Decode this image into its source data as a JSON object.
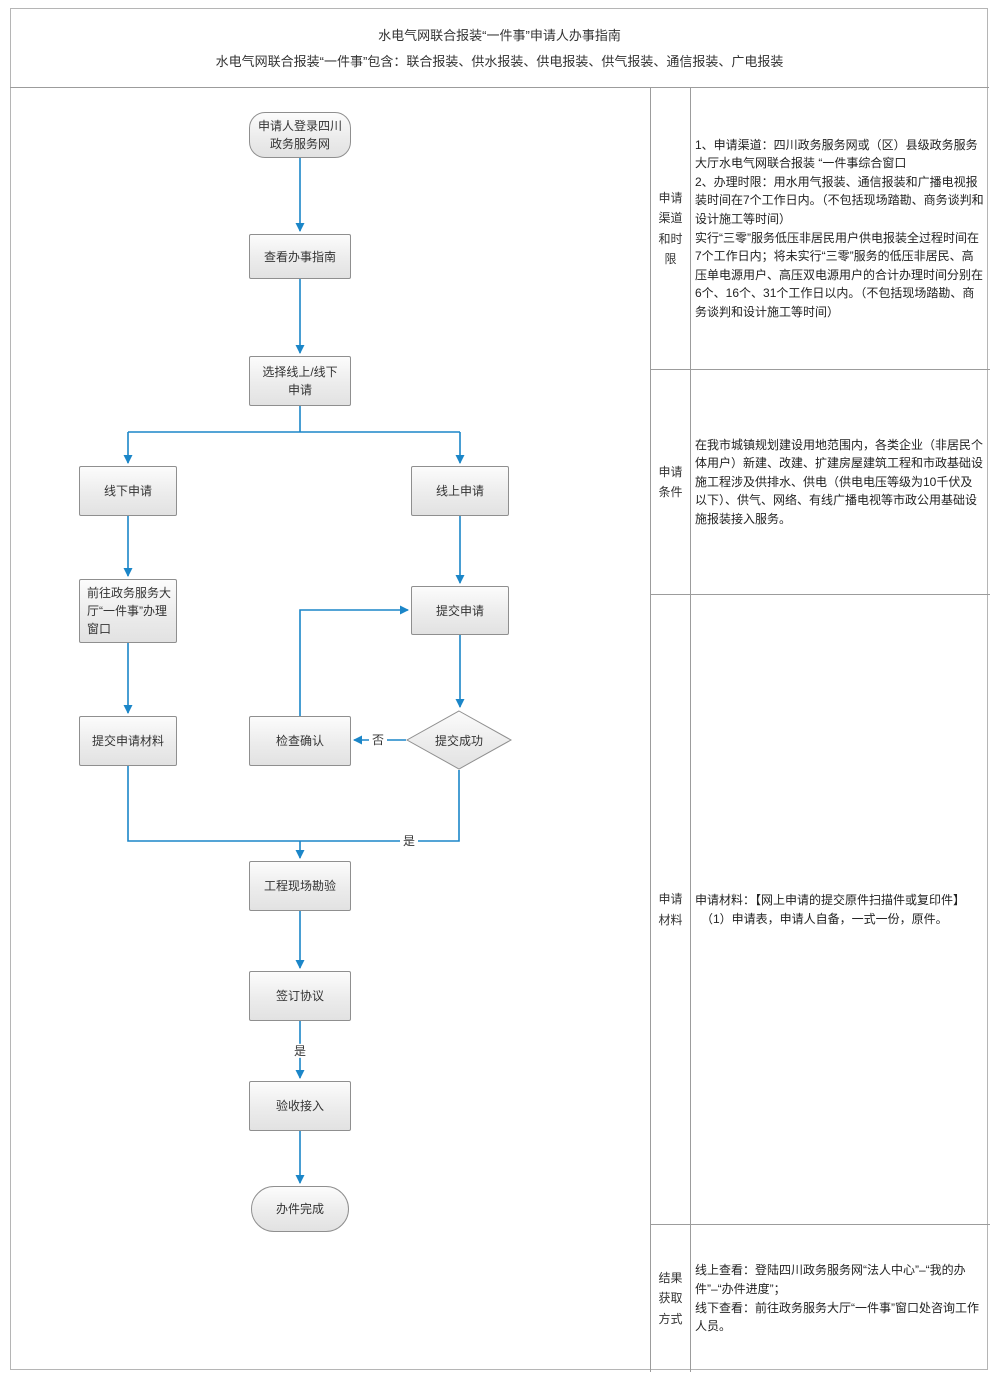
{
  "header": {
    "title": "水电气网联合报装“一件事”申请人办事指南",
    "subtitle": "水电气网联合报装“一件事”包含：联合报装、供水报装、供电报装、供气报装、通信报装、广电报装"
  },
  "flowchart": {
    "nodes": {
      "start": "申请人登录四川\n政务服务网",
      "view_guide": "查看办事指南",
      "choose": "选择线上/线下\n申请",
      "offline": "线下申请",
      "online": "线上申请",
      "go_hall": "前往政务服务大\n厅“一件事”办理\n窗口",
      "submit_apply": "提交申请",
      "submit_materials": "提交申请材料",
      "check_confirm": "检查确认",
      "submit_success": "提交成功",
      "site_survey": "工程现场勘验",
      "sign_agreement": "签订协议",
      "acceptance": "验收接入",
      "done": "办件完成"
    },
    "labels": {
      "no": "否",
      "yes_merge": "是",
      "yes_sign": "是"
    }
  },
  "table": {
    "rows": [
      {
        "label": "申请渠道和时限",
        "content": "1、申请渠道：四川政务服务网或（区）县级政务服务大厅水电气网联合报装 “一件事综合窗口\n2、办理时限：用水用气报装、通信报装和广播电视报装时间在7个工作日内。（不包括现场踏勘、商务谈判和设计施工等时间）\n实行“三零”服务低压非居民用户供电报装全过程时间在7个工作日内；将未实行“三零”服务的低压非居民、高压单电源用户、高压双电源用户的合计办理时间分别在6个、16个、31个工作日以内。（不包括现场踏勘、商务谈判和设计施工等时间）"
      },
      {
        "label": "申请条件",
        "content": "在我市城镇规划建设用地范围内，各类企业（非居民个体用户）新建、改建、扩建房屋建筑工程和市政基础设施工程涉及供排水、供电（供电电压等级为10千伏及以下）、供气、网络、有线广播电视等市政公用基础设施报装接入服务。"
      },
      {
        "label": "申请材料",
        "content": "申请材料：【网上申请的提交原件扫描件或复印件】\n　（1）申请表，申请人自备，一式一份，原件。"
      },
      {
        "label": "结果获取方式",
        "content": "线上查看：登陆四川政务服务网“法人中心”–“我的办件”–“办件进度”；\n线下查看：前往政务服务大厅“一件事”窗口处咨询工作人员。"
      }
    ]
  },
  "colors": {
    "arrow": "#1b86c8",
    "node_border": "#8f8f8f",
    "table_border": "#9c9c9c"
  }
}
